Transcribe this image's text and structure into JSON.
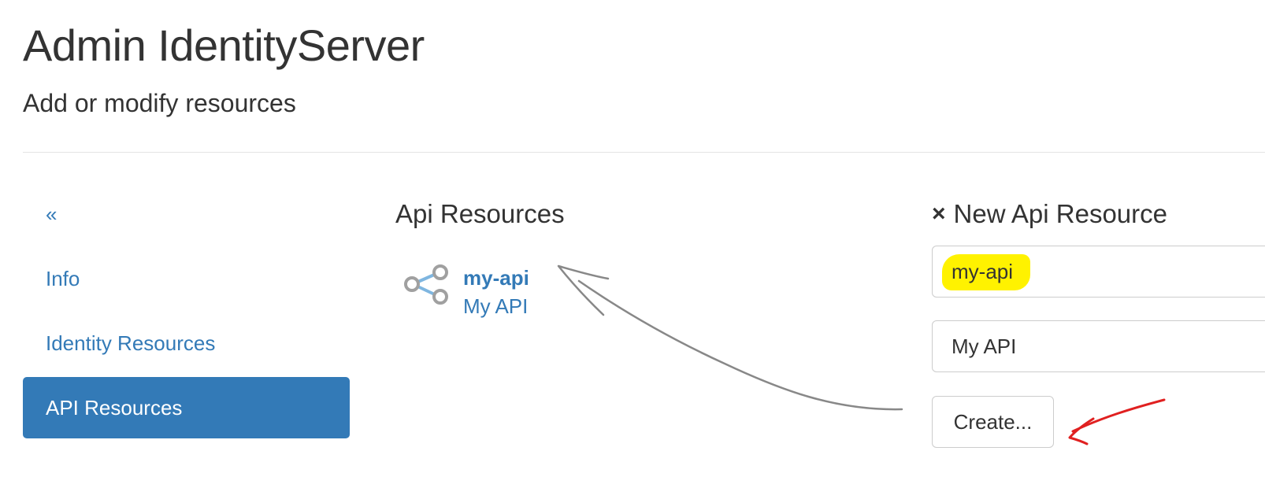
{
  "header": {
    "title": "Admin IdentityServer",
    "subtitle": "Add or modify resources"
  },
  "sidebar": {
    "items": [
      {
        "label": "«",
        "active": false
      },
      {
        "label": "Info",
        "active": false
      },
      {
        "label": "Identity Resources",
        "active": false
      },
      {
        "label": "API Resources",
        "active": true
      }
    ]
  },
  "api_list": {
    "title": "Api Resources",
    "items": [
      {
        "name": "my-api",
        "display_name": "My API",
        "icon": "share-icon"
      }
    ]
  },
  "new_resource": {
    "close_label": "×",
    "title": "New Api Resource",
    "name_value": "my-api",
    "display_name_value": "My API",
    "create_label": "Create..."
  },
  "colors": {
    "link": "#337ab7",
    "active_bg": "#337ab7",
    "highlight": "#fff200",
    "arrow_gray": "#888888",
    "arrow_red": "#e02020"
  }
}
